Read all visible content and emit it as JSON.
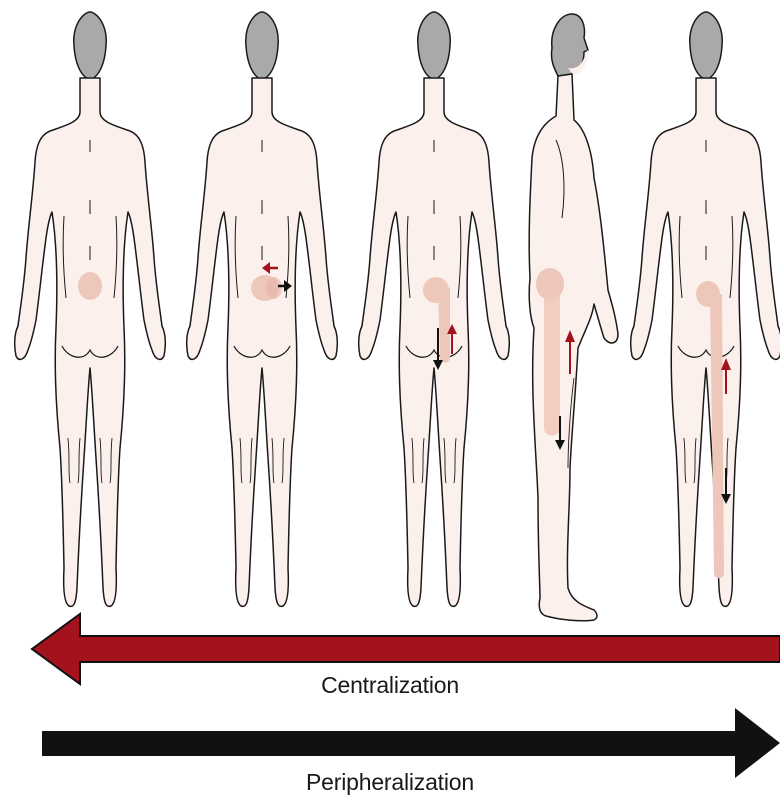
{
  "colors": {
    "skin": "#fbf0ec",
    "outline": "#1a1a1a",
    "hair": "#a9a9a9",
    "pain": "#eec7bb",
    "pain_strong": "#e6b3a6",
    "red_arrow": "#a3121d",
    "black_arrow": "#111111"
  },
  "figures": [
    {
      "id": "fig1",
      "view": "back",
      "pattern": "central-spot"
    },
    {
      "id": "fig2",
      "view": "back",
      "pattern": "lateral-spread"
    },
    {
      "id": "fig3",
      "view": "back",
      "pattern": "buttock-thigh"
    },
    {
      "id": "fig4",
      "view": "side",
      "pattern": "leg-to-knee"
    },
    {
      "id": "fig5",
      "view": "back",
      "pattern": "leg-to-foot"
    }
  ],
  "arrows": {
    "centralization": {
      "label": "Centralization",
      "direction": "left"
    },
    "peripheralization": {
      "label": "Peripheralization",
      "direction": "right"
    }
  }
}
